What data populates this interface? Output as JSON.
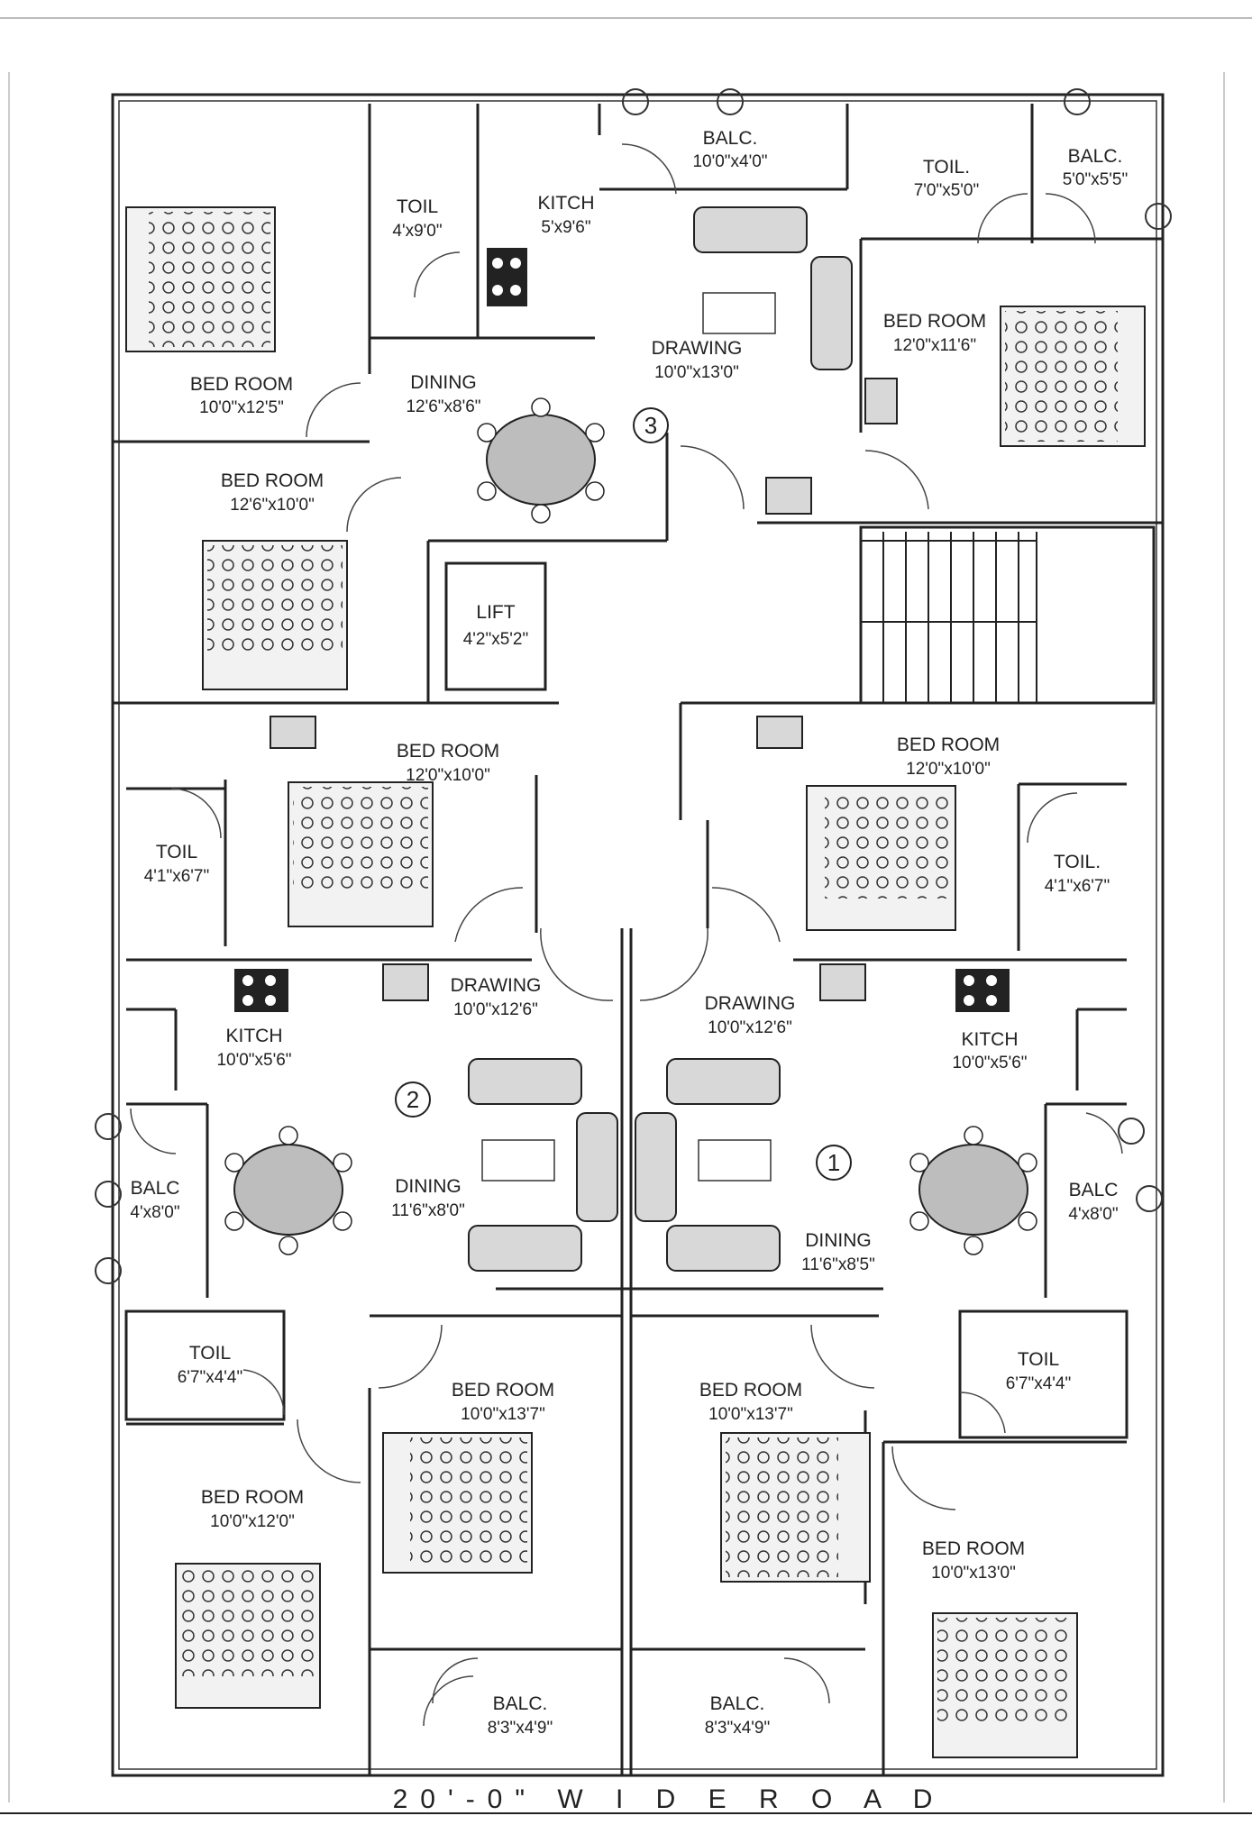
{
  "road_label": "20'-0\" W I D E   R O A D",
  "units": [
    {
      "id": "unit-1",
      "number": "1"
    },
    {
      "id": "unit-2",
      "number": "2"
    },
    {
      "id": "unit-3",
      "number": "3"
    }
  ],
  "rooms": {
    "u3_bed_nw": {
      "name": "BED ROOM",
      "dim": "10'0\"x12'5\""
    },
    "u3_toil": {
      "name": "TOIL",
      "dim": "4'x9'0\""
    },
    "u3_kitch": {
      "name": "KITCH",
      "dim": "5'x9'6\""
    },
    "u3_balc_n": {
      "name": "BALC.",
      "dim": "10'0\"x4'0\""
    },
    "u3_toil_ne": {
      "name": "TOIL.",
      "dim": "7'0\"x5'0\""
    },
    "u3_balc_ne": {
      "name": "BALC.",
      "dim": "5'0\"x5'5\""
    },
    "u3_drawing": {
      "name": "DRAWING",
      "dim": "10'0\"x13'0\""
    },
    "u3_bed_ne": {
      "name": "BED ROOM",
      "dim": "12'0\"x11'6\""
    },
    "u3_dining": {
      "name": "DINING",
      "dim": "12'6\"x8'6\""
    },
    "u3_bed_w": {
      "name": "BED ROOM",
      "dim": "12'6\"x10'0\""
    },
    "lift": {
      "name": "LIFT",
      "dim": "4'2\"x5'2\""
    },
    "u2_bed": {
      "name": "BED ROOM",
      "dim": "12'0\"x10'0\""
    },
    "u2_toil": {
      "name": "TOIL",
      "dim": "4'1\"x6'7\""
    },
    "u2_drawing": {
      "name": "DRAWING",
      "dim": "10'0\"x12'6\""
    },
    "u2_kitch": {
      "name": "KITCH",
      "dim": "10'0\"x5'6\""
    },
    "u2_balc": {
      "name": "BALC",
      "dim": "4'x8'0\""
    },
    "u2_dining": {
      "name": "DINING",
      "dim": "11'6\"x8'0\""
    },
    "u2_toil_s": {
      "name": "TOIL",
      "dim": "6'7\"x4'4\""
    },
    "u2_bed_sw": {
      "name": "BED ROOM",
      "dim": "10'0\"x12'0\""
    },
    "u2_bed_s": {
      "name": "BED ROOM",
      "dim": "10'0\"x13'7\""
    },
    "u2_balc_s": {
      "name": "BALC.",
      "dim": "8'3\"x4'9\""
    },
    "u1_bed": {
      "name": "BED ROOM",
      "dim": "12'0\"x10'0\""
    },
    "u1_toil": {
      "name": "TOIL.",
      "dim": "4'1\"x6'7\""
    },
    "u1_drawing": {
      "name": "DRAWING",
      "dim": "10'0\"x12'6\""
    },
    "u1_kitch": {
      "name": "KITCH",
      "dim": "10'0\"x5'6\""
    },
    "u1_balc": {
      "name": "BALC",
      "dim": "4'x8'0\""
    },
    "u1_dining": {
      "name": "DINING",
      "dim": "11'6\"x8'5\""
    },
    "u1_toil_s": {
      "name": "TOIL",
      "dim": "6'7\"x4'4\""
    },
    "u1_bed_s": {
      "name": "BED ROOM",
      "dim": "10'0\"x13'7\""
    },
    "u1_bed_se": {
      "name": "BED ROOM",
      "dim": "10'0\"x13'0\""
    },
    "u1_balc_s": {
      "name": "BALC.",
      "dim": "8'3\"x4'9\""
    }
  }
}
